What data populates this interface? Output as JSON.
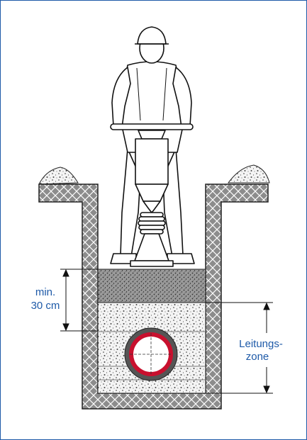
{
  "labels": {
    "min_depth_line1": "min.",
    "min_depth_line2": "30 cm",
    "pipe_zone_line1": "Leitungs-",
    "pipe_zone_line2": "zone"
  },
  "colors": {
    "frame": "#1e5aa8",
    "text": "#1e5aa8",
    "pipe": "#c8102e",
    "wall": "#8c8c8c"
  },
  "icons": {
    "worker": "worker-with-rammer-icon",
    "pipe": "pipe-cross-section-icon"
  }
}
